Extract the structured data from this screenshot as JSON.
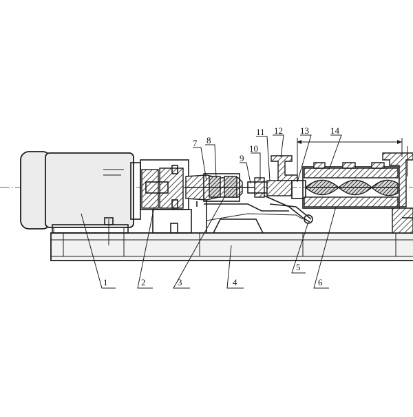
{
  "drawing": {
    "parts": [
      {
        "id": "1",
        "label": "1"
      },
      {
        "id": "2",
        "label": "2"
      },
      {
        "id": "3",
        "label": "3"
      },
      {
        "id": "4",
        "label": "4"
      },
      {
        "id": "5",
        "label": "5"
      },
      {
        "id": "6",
        "label": "6"
      },
      {
        "id": "7",
        "label": "7"
      },
      {
        "id": "8",
        "label": "8"
      },
      {
        "id": "9",
        "label": "9"
      },
      {
        "id": "10",
        "label": "10"
      },
      {
        "id": "11",
        "label": "11"
      },
      {
        "id": "12",
        "label": "12"
      },
      {
        "id": "13",
        "label": "13"
      },
      {
        "id": "14",
        "label": "14"
      }
    ]
  }
}
